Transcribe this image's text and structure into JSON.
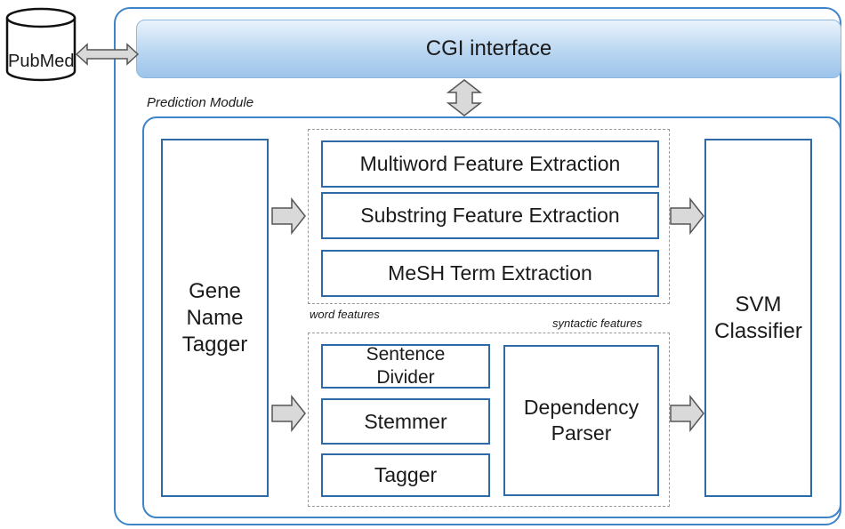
{
  "diagram": {
    "pubmed": "PubMed",
    "cgi_interface": "CGI interface",
    "prediction_module": "Prediction Module",
    "gene_name_tagger": "Gene\nName\nTagger",
    "word_features": {
      "label": "word features",
      "items": [
        "Multiword Feature Extraction",
        "Substring Feature Extraction",
        "MeSH Term Extraction"
      ]
    },
    "syntactic_features": {
      "label": "syntactic features",
      "items": [
        "Sentence\nDivider",
        "Stemmer",
        "Tagger"
      ],
      "dependency_parser": "Dependency\nParser"
    },
    "svm_classifier": "SVM\nClassifier"
  },
  "colors": {
    "border_blue": "#3f84c8",
    "box_blue": "#2e6aa7",
    "cgi_fill": "#b9d6f1",
    "arrow_fill": "#d9d9d9"
  }
}
